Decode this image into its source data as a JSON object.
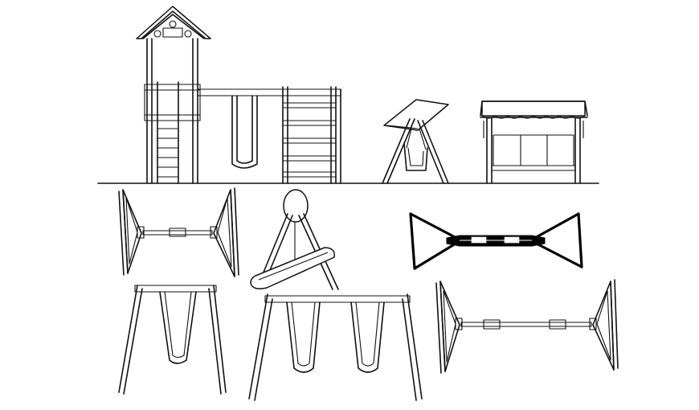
{
  "drawing": {
    "elements": [
      "play-tower-elevation",
      "porch-swing-side-view",
      "canopy-swing-front-view",
      "swing-frame-plan-left",
      "swing-frame-side-view",
      "swing-frame-plan-bold",
      "single-swing-front-view",
      "double-swing-front-view",
      "swing-frame-plan-right"
    ],
    "line_color": "#111111",
    "background_color": "#ffffff"
  }
}
